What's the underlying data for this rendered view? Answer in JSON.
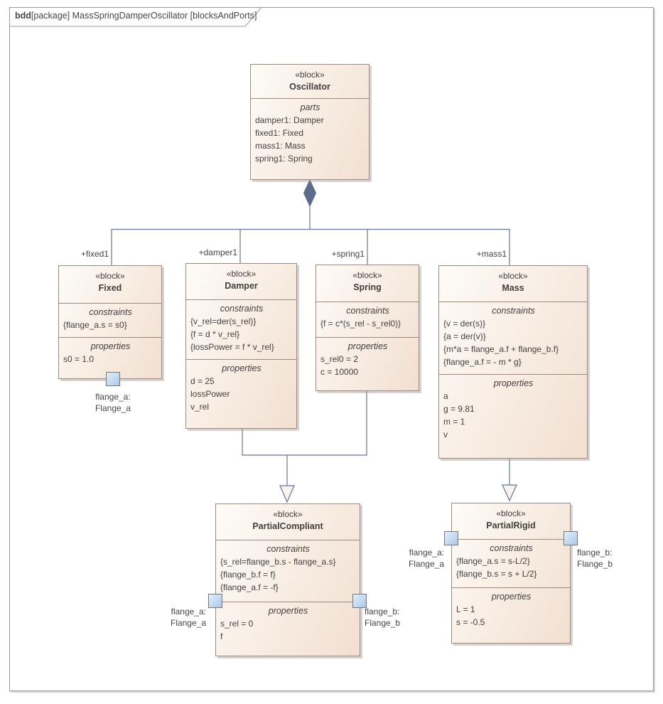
{
  "frame": {
    "keyword": "bdd",
    "title": "[package] MassSpringDamperOscillator [blocksAndPorts]"
  },
  "keywords": {
    "stereotype": "«block»",
    "parts": "parts",
    "constraints": "constraints",
    "properties": "properties"
  },
  "colors": {
    "block_fill_light": "#fdfaf6",
    "block_fill_dark": "#f2e0d2",
    "block_border": "#9b8a7e",
    "connector": "#64749a",
    "diamond_fill": "#5d6c8e",
    "port_fill": "#bed6ef",
    "frame_border": "#a39898",
    "text": "#433f3e"
  },
  "blocks": {
    "oscillator": {
      "name": "Oscillator",
      "parts": [
        "damper1: Damper",
        "fixed1: Fixed",
        "mass1: Mass",
        "spring1: Spring"
      ]
    },
    "fixed": {
      "name": "Fixed",
      "role": "+fixed1",
      "constraints": [
        "{flange_a.s = s0}"
      ],
      "properties": [
        "s0 = 1.0"
      ],
      "port": {
        "name": "flange_a:",
        "type": "Flange_a"
      }
    },
    "damper": {
      "name": "Damper",
      "role": "+damper1",
      "constraints": [
        "{v_rel=der(s_rel)}",
        "{f = d * v_rel}",
        "{lossPower = f * v_rel}"
      ],
      "properties": [
        "d = 25",
        "lossPower",
        "v_rel"
      ]
    },
    "spring": {
      "name": "Spring",
      "role": "+spring1",
      "constraints": [
        "{f = c*(s_rel - s_rel0)}"
      ],
      "properties": [
        "s_rel0 = 2",
        "c = 10000"
      ]
    },
    "mass": {
      "name": "Mass",
      "role": "+mass1",
      "constraints": [
        "{v = der(s)}",
        "{a = der(v)}",
        "{m*a = flange_a.f + flange_b.f}",
        "{flange_a.f = - m * g}"
      ],
      "properties": [
        "a",
        "g = 9.81",
        "m = 1",
        "v"
      ]
    },
    "partial_compliant": {
      "name": "PartialCompliant",
      "constraints": [
        "{s_rel=flange_b.s - flange_a.s}",
        "{flange_b.f = f}",
        "{flange_a.f = -f}"
      ],
      "properties": [
        "s_rel = 0",
        "f"
      ],
      "port_left": {
        "name": "flange_a:",
        "type": "Flange_a"
      },
      "port_right": {
        "name": "flange_b:",
        "type": "Flange_b"
      }
    },
    "partial_rigid": {
      "name": "PartialRigid",
      "constraints": [
        "{flange_a.s = s-L/2}",
        "{flange_b.s = s + L/2}"
      ],
      "properties": [
        "L = 1",
        "s = -0.5"
      ],
      "port_left": {
        "name": "flange_a:",
        "type": "Flange_a"
      },
      "port_right": {
        "name": "flange_b:",
        "type": "Flange_b"
      }
    }
  }
}
